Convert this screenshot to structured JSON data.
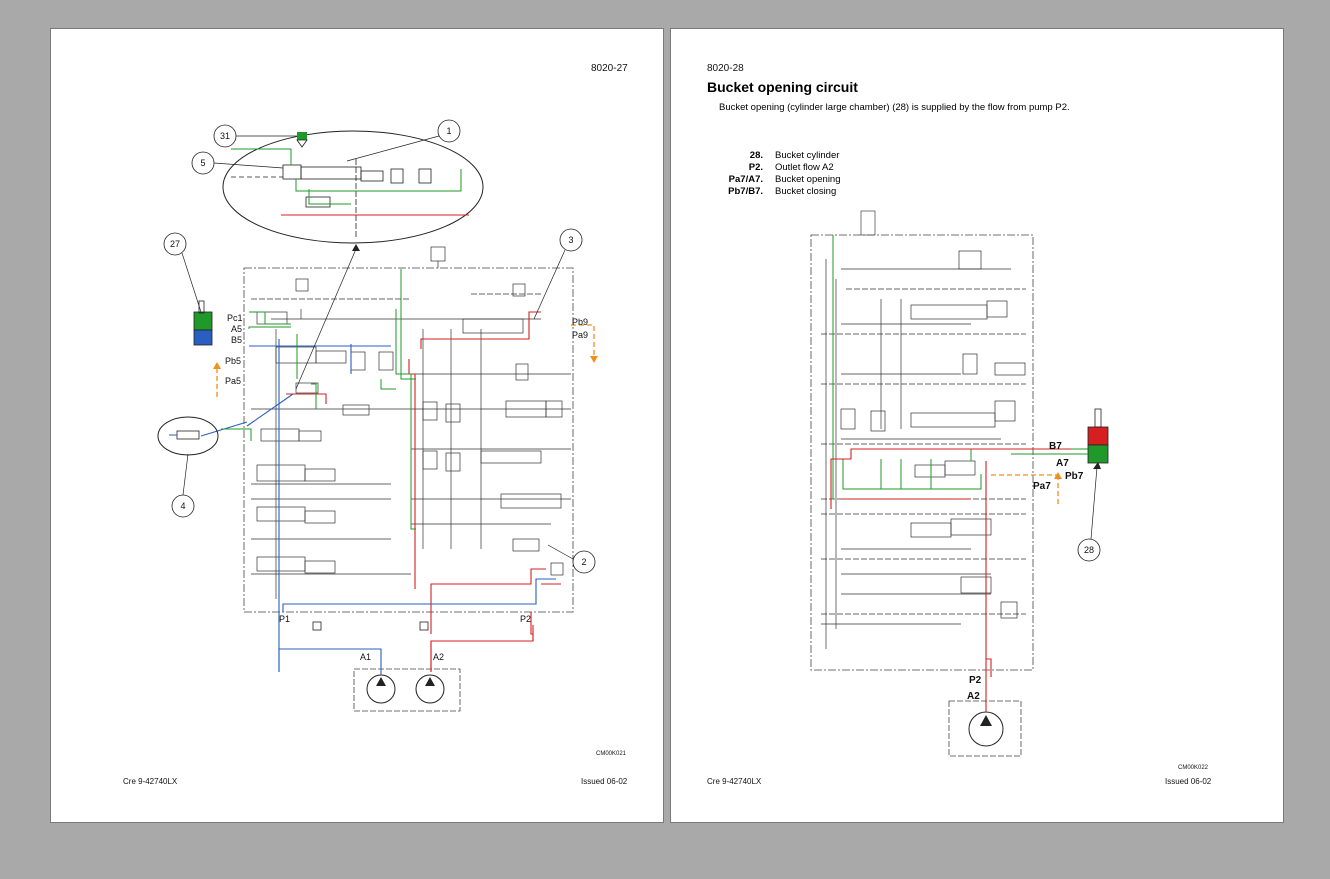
{
  "left_page": {
    "page_number": "8020-27",
    "callouts": [
      "31",
      "1",
      "5",
      "27",
      "3",
      "4",
      "2"
    ],
    "port_labels": {
      "pc1": "Pc1",
      "a5": "A5",
      "b5": "B5",
      "pb5": "Pb5",
      "pa5": "Pa5",
      "pb9": "Pb9",
      "pa9": "Pa9",
      "p1": "P1",
      "p2": "P2",
      "a1": "A1",
      "a2": "A2"
    },
    "figure_code": "CM00K021",
    "footer_left": "Cre  9-42740LX",
    "footer_right": "Issued 06-02"
  },
  "right_page": {
    "page_number": "8020-28",
    "title": "Bucket opening circuit",
    "description": "Bucket opening (cylinder large chamber) (28) is supplied by the flow from pump P2.",
    "legend": [
      {
        "key": "28.",
        "value": "Bucket cylinder"
      },
      {
        "key": "P2.",
        "value": "Outlet flow A2"
      },
      {
        "key": "Pa7/A7.",
        "value": "Bucket opening"
      },
      {
        "key": "Pb7/B7.",
        "value": "Bucket closing"
      }
    ],
    "callouts": [
      "28"
    ],
    "port_labels": {
      "b7": "B7",
      "a7": "A7",
      "pa7": "Pa7",
      "pb7": "Pb7",
      "p2": "P2",
      "a2": "A2"
    },
    "figure_code": "CM00K022",
    "footer_left": "Cre  9-42740LX",
    "footer_right": "Issued 06-02"
  },
  "colors": {
    "pressure": "#d62020",
    "return": "#2a5fc0",
    "pilot": "#1f9a2a",
    "signal": "#f0901e",
    "line": "#222222"
  }
}
